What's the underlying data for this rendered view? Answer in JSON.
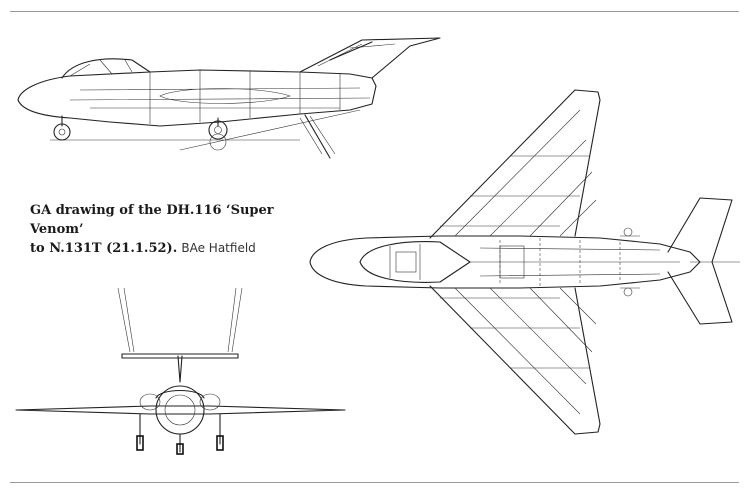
{
  "caption": {
    "line1": "GA drawing of the DH.116 ‘Super Venom’",
    "line2_bold": "to N.131T (21.1.52).",
    "line2_credit": "BAe Hatfield"
  }
}
